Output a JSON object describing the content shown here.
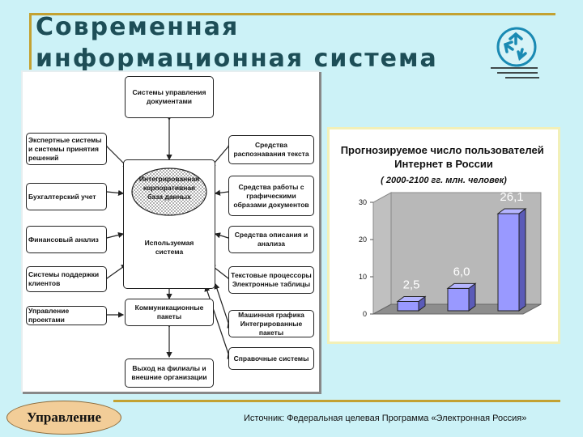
{
  "slide": {
    "title": "Современная информационная система организации",
    "badge": "Управление",
    "source": "Источник: Федеральная целевая Программа «Электронная Россия»",
    "accent_color": "#c3a232",
    "title_color": "#1d4e57"
  },
  "diagram": {
    "top": "Системы управления документами",
    "left": [
      "Экспертные системы и системы принятия решений",
      "Бухгалтерский учет",
      "Финансовый анализ",
      "Системы поддержки клиентов",
      "Управление проектами"
    ],
    "right": [
      "Средства распознавания текста",
      "Средства работы с графическими образами документов",
      "Средства описания и анализа",
      "Текстовые процессоры Электронные таблицы",
      "Машинная графика Интегрированные пакеты",
      "Справочные системы"
    ],
    "center_db": "Интегрированная корпоративная база данных",
    "center_label": "Используемая система",
    "comm": "Коммуникационные пакеты",
    "bottom": "Выход на филиалы и внешние организации"
  },
  "chart_data": {
    "type": "bar",
    "title": "Прогнозируемое число пользователей Интернет в России",
    "subtitle": "( 2000-2100 гг. млн. человек)",
    "categories": [
      "",
      "",
      ""
    ],
    "values": [
      2.5,
      6.0,
      26.1
    ],
    "value_labels": [
      "2,5",
      "6,0",
      "26,1"
    ],
    "yticks": [
      "0",
      "10",
      "20",
      "30"
    ],
    "ylim": [
      0,
      30
    ],
    "bar_color": "#9999ff",
    "grid": false,
    "legend": "none"
  }
}
